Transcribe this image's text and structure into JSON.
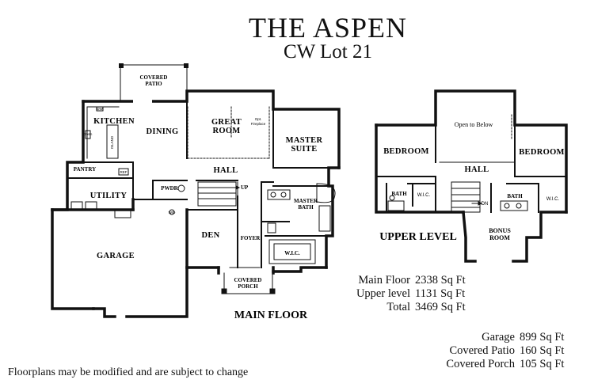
{
  "title": "THE ASPEN",
  "subtitle": "CW Lot 21",
  "main_floor": {
    "label": "MAIN FLOOR",
    "rooms": {
      "covered_patio": [
        "COVERED",
        "PATIO"
      ],
      "kitchen": "KITCHEN",
      "dining": "DINING",
      "great_room": [
        "GREAT",
        "ROOM"
      ],
      "master_suite": [
        "MASTER",
        "SUITE"
      ],
      "pantry": "PANTRY",
      "utility": "UTILITY",
      "hall": "HALL",
      "pwdr": "PWDR",
      "up": "UP",
      "master_bath": [
        "MASTER",
        "BATH"
      ],
      "garage": "GARAGE",
      "den": "DEN",
      "foyer": "FOYER",
      "wic": "W.I.C.",
      "covered_porch": [
        "COVERED",
        "PORCH"
      ],
      "island": "ISLAND",
      "fireplace": [
        "Opt.",
        "Fireplace"
      ],
      "ref": "REF",
      "dw": "DW",
      "oven": "Oven",
      "wd": "W/D"
    }
  },
  "upper_level": {
    "label": "UPPER LEVEL",
    "rooms": {
      "open_to_below": "Open to Below",
      "bedroom_left": "BEDROOM",
      "bedroom_right": "BEDROOM",
      "hall": "HALL",
      "bath_left": "BATH",
      "wic_left": "W.I.C.",
      "dn": "DN",
      "bath_right": "BATH",
      "wic_right": "W.I.C.",
      "bonus_room": [
        "BONUS",
        "ROOM"
      ]
    }
  },
  "square_footage": [
    {
      "label": "Main Floor",
      "value": "2338 Sq Ft"
    },
    {
      "label": "Upper level",
      "value": "1131 Sq Ft"
    },
    {
      "label": "Total",
      "value": "3469 Sq Ft"
    }
  ],
  "outdoor_footage": [
    {
      "label": "Garage",
      "value": "899 Sq Ft"
    },
    {
      "label": "Covered Patio",
      "value": "160 Sq Ft"
    },
    {
      "label": "Covered Porch",
      "value": "105 Sq Ft"
    }
  ],
  "disclaimer": "Floorplans may be modified and are subject to change"
}
